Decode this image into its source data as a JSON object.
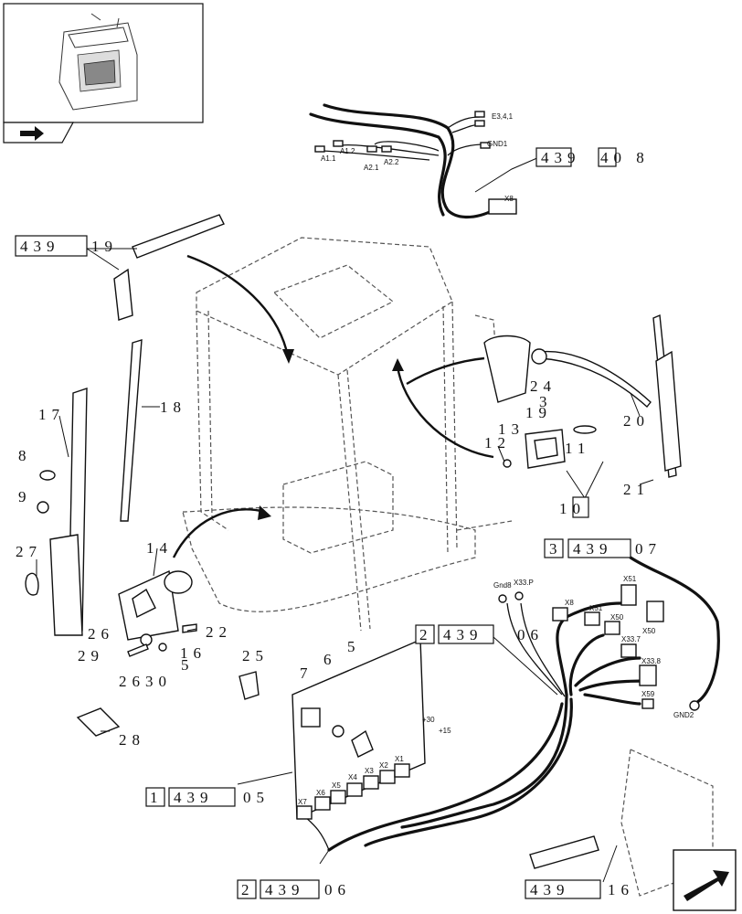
{
  "roof_harness": {
    "pins": [
      "A1.1",
      "A1.2",
      "A2.1",
      "A2.2",
      "E3,4,1",
      "GND1",
      "X8"
    ]
  },
  "main_harness": {
    "pins": [
      "X7",
      "X6",
      "X5",
      "X4",
      "X3",
      "X2",
      "X1",
      "+30",
      "+15"
    ]
  },
  "right_harness": {
    "pins": [
      "Gnd8",
      "X33.P",
      "X8",
      "X51",
      "X51",
      "X50",
      "X50",
      "X33.7",
      "X33.8",
      "X59",
      "GND2"
    ]
  },
  "refs": {
    "r439_upper": "439",
    "r408": "40 8",
    "r439_roof": "439",
    "r19": "19",
    "r18": "18",
    "r17": "17",
    "r8": "8",
    "r9": "9",
    "r27": "27",
    "r14": "14",
    "r26": "26",
    "r22": "22",
    "r29": "29",
    "r16": "16",
    "r2630": "2630",
    "r5_left": "5",
    "r25": "25",
    "r28": "28",
    "r24": "24",
    "r3": "3",
    "r19_right": "19",
    "r13": "13",
    "r12": "12",
    "r11": "11",
    "r20": "20",
    "r21": "21",
    "r10": "10",
    "r3_box": "3",
    "r439_r": "439",
    "r07": "07",
    "r2_mid": "2",
    "r439_mid": "439",
    "r06_mid": "06",
    "r7": "7",
    "r6": "6",
    "r5": "5",
    "r1_box": "1",
    "r439_05": "439",
    "r05": "05",
    "r2_bot": "2",
    "r439_06": "439",
    "r06": "06",
    "r439_16": "439",
    "r16_bot": "16"
  }
}
